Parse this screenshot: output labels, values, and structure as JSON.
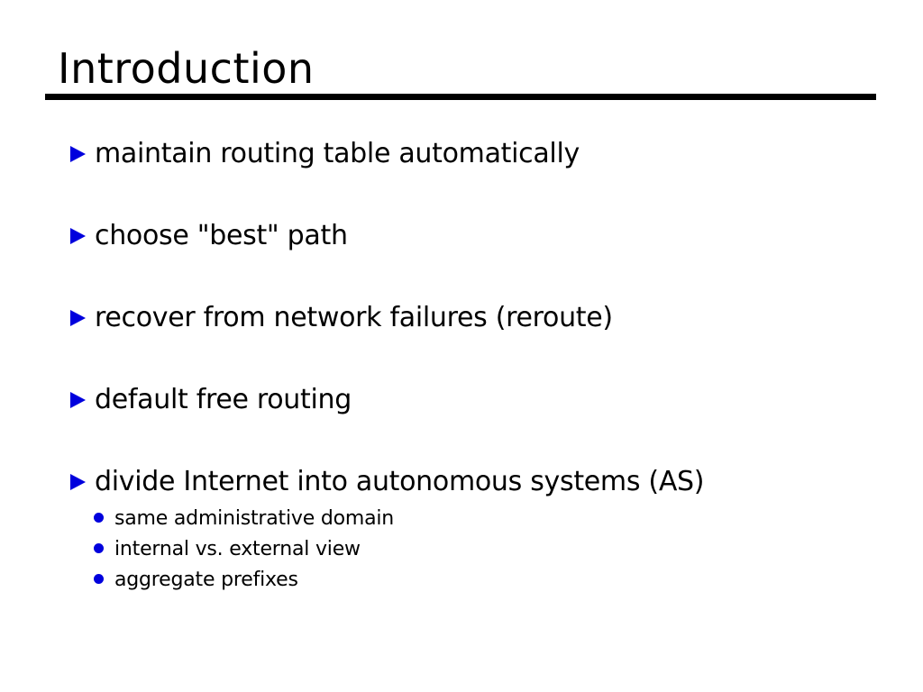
{
  "slide": {
    "title": "Introduction",
    "bullets": [
      {
        "label": "maintain routing table automatically"
      },
      {
        "label": "choose \"best\" path"
      },
      {
        "label": "recover from network failures (reroute)"
      },
      {
        "label": "default free routing"
      },
      {
        "label": "divide Internet into autonomous systems (AS)",
        "sub_bullets": [
          "same administrative domain",
          "internal vs. external view",
          "aggregate prefixes"
        ]
      }
    ],
    "colors": {
      "bullet_marker": "#0000DD",
      "text": "#000000",
      "title_rule": "#000000",
      "background": "#FFFFFF"
    }
  }
}
